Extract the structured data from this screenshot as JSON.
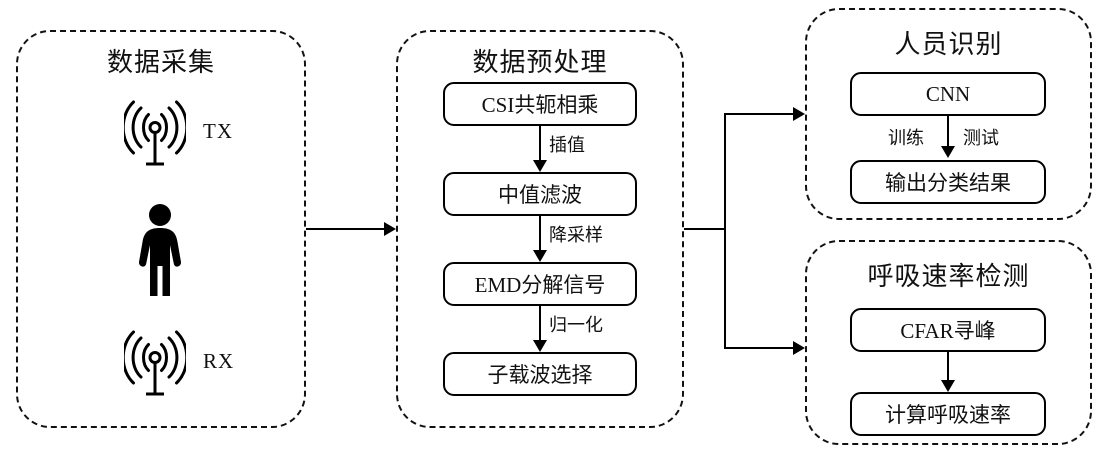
{
  "diagram": {
    "title": "WiFi CSI sensing system block diagram",
    "panels": [
      {
        "id": "data-acquisition",
        "title": "数据采集",
        "devices": [
          {
            "icon": "antenna-icon",
            "label": "TX"
          },
          {
            "icon": "person-icon",
            "label": ""
          },
          {
            "icon": "antenna-icon",
            "label": "RX"
          }
        ]
      },
      {
        "id": "data-preprocessing",
        "title": "数据预处理",
        "steps": [
          {
            "label": "CSI共轭相乘"
          },
          {
            "label": "中值滤波"
          },
          {
            "label": "EMD分解信号"
          },
          {
            "label": "子载波选择"
          }
        ],
        "edges": [
          {
            "label": "插值"
          },
          {
            "label": "降采样"
          },
          {
            "label": "归一化"
          }
        ]
      },
      {
        "id": "person-identification",
        "title": "人员识别",
        "steps": [
          {
            "label": "CNN"
          },
          {
            "label": "输出分类结果"
          }
        ],
        "edges": [
          {
            "label": "训练"
          },
          {
            "label": "测试"
          }
        ]
      },
      {
        "id": "respiration-rate-detection",
        "title": "呼吸速率检测",
        "steps": [
          {
            "label": "CFAR寻峰"
          },
          {
            "label": "计算呼吸速率"
          }
        ],
        "edges": []
      }
    ],
    "colors": {
      "stroke": "#000000",
      "text": "#111111",
      "background": "#ffffff"
    }
  }
}
